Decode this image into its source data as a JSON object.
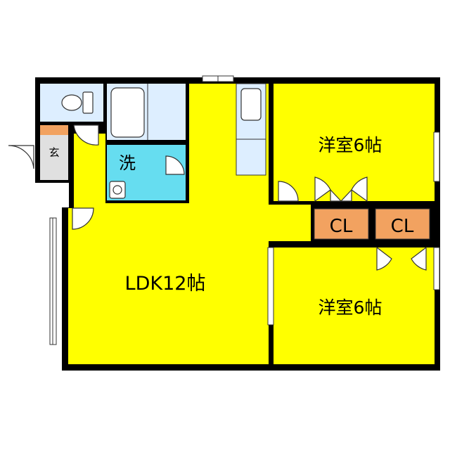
{
  "rooms": {
    "entrance": {
      "label": "玄"
    },
    "washroom": {
      "label": "洗"
    },
    "ldk": {
      "label": "LDK12帖"
    },
    "bedroom_upper": {
      "label": "洋室6帖"
    },
    "bedroom_lower": {
      "label": "洋室6帖"
    },
    "closet_left": {
      "label": "CL"
    },
    "closet_right": {
      "label": "CL"
    }
  },
  "colors": {
    "living_fill": "#ffff00",
    "water_fill": "#ddeeff",
    "washroom_fill": "#66ddf0",
    "closet_fill": "#f2a260",
    "entrance_fill": "#d9d9d9",
    "wall": "#000000"
  }
}
